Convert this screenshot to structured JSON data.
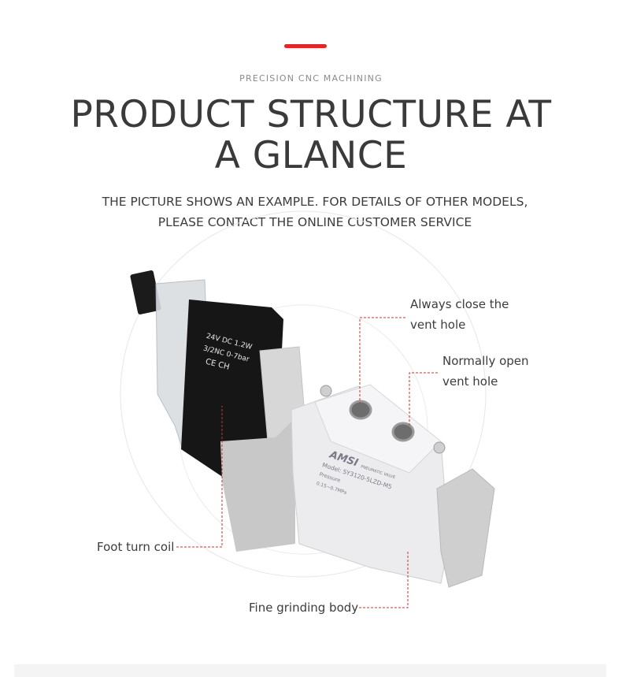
{
  "header": {
    "eyebrow": "PRECISION CNC MACHINING",
    "title_line1": "PRODUCT STRUCTURE AT",
    "title_line2": "A GLANCE",
    "subtitle_line1": "THE PICTURE SHOWS AN EXAMPLE. FOR DETAILS OF OTHER MODELS,",
    "subtitle_line2": "PLEASE CONTACT THE ONLINE CUSTOMER SERVICE"
  },
  "callouts": {
    "always_close_line1": "Always close the",
    "always_close_line2": "vent hole",
    "normally_open_line1": "Normally open",
    "normally_open_line2": "vent hole",
    "foot_turn_coil": "Foot turn coil",
    "fine_grinding_body": "Fine grinding body"
  },
  "product": {
    "icon": "solenoid-valve-icon",
    "coil_text_line1": "24V DC 1.2W",
    "coil_text_line2": "3/2NC 0-7bar",
    "coil_text_line3": "CE CH",
    "brand": "AMSI",
    "brand_sub": "PNEUMATIC VALVE",
    "model": "Model: SY3120-5LZD-M5",
    "pressure_label": "Pressure",
    "pressure_value": "0.15~0.7MPa"
  },
  "colors": {
    "accent": "#e02828",
    "leader": "#c0392b",
    "text": "#3c3c3c"
  }
}
